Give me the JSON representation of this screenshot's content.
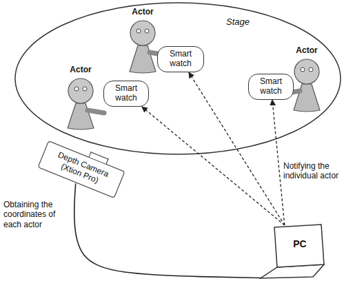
{
  "diagram": {
    "nodes": [
      {
        "text": [
          "Stage"
        ]
      },
      {
        "text": [
          "Actor"
        ],
        "in": 0
      },
      {
        "text": [
          "Smart watch"
        ],
        "in": 0
      },
      {
        "text": [
          "Actor"
        ],
        "in": 0
      },
      {
        "text": [
          "Smart watch"
        ],
        "in": 0
      },
      {
        "text": [
          "Actor"
        ],
        "in": 0
      },
      {
        "text": [
          "Smart watch"
        ],
        "in": 0
      },
      {
        "text": [
          "Depth Camera (Xtion Pro)"
        ]
      },
      {
        "text": [
          "PC"
        ]
      }
    ],
    "edges": [
      {
        "from": 8,
        "to": 2,
        "arrow": "to"
      },
      {
        "from": 8,
        "to": 4,
        "arrow": "to"
      },
      {
        "from": 8,
        "to": 6,
        "arrow": "to"
      },
      {
        "from": 7,
        "to": 8,
        "arrow": "none"
      }
    ],
    "labels": [
      "Notifying the individual actor",
      "Obtaining the coordinates of each actor"
    ]
  }
}
